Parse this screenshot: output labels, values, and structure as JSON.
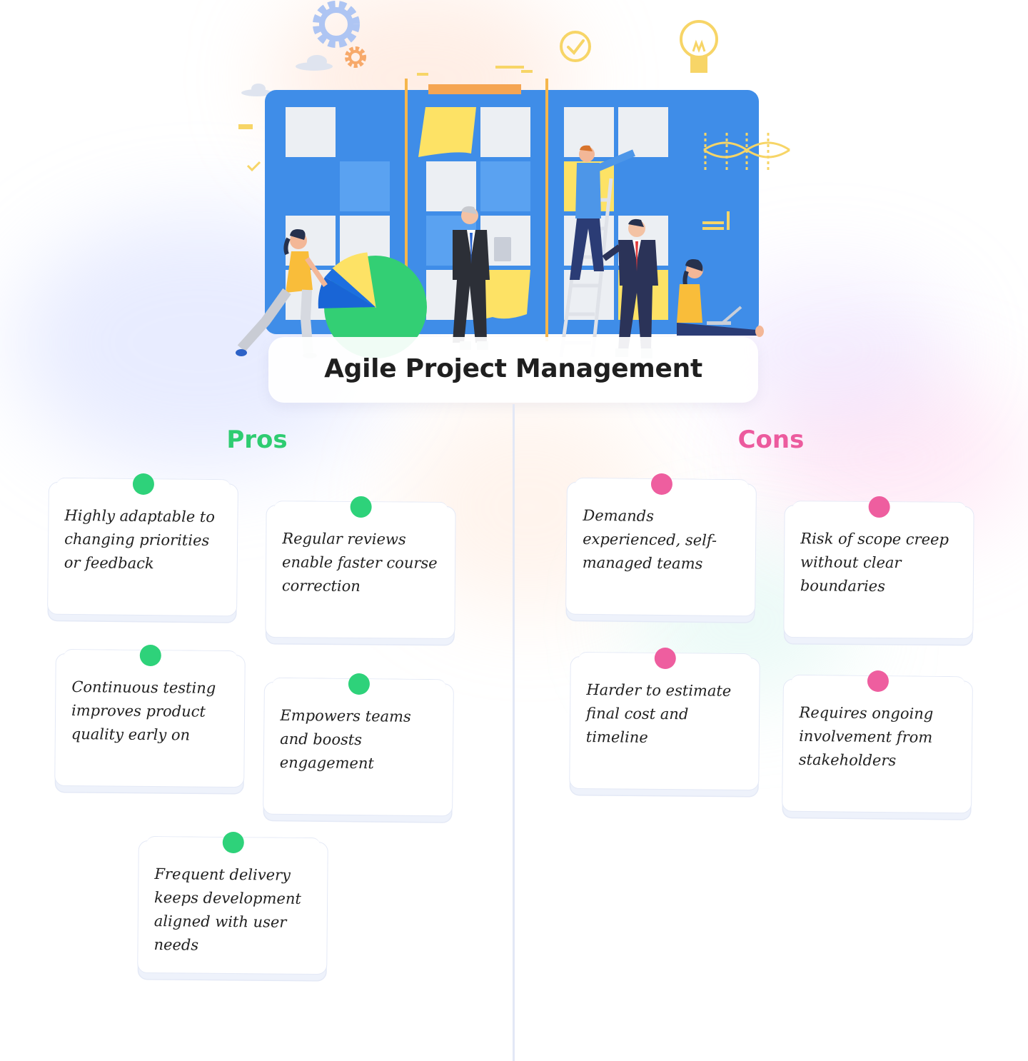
{
  "title": "Agile Project Management",
  "pros": {
    "heading": "Pros",
    "items": [
      "Highly adaptable to changing priorities or feedback",
      "Regular reviews enable faster course correction",
      "Continuous testing improves product quality early on",
      "Empowers teams and boosts engagement",
      "Frequent delivery keeps development aligned with user needs"
    ]
  },
  "cons": {
    "heading": "Cons",
    "items": [
      "Demands experienced, self-managed teams",
      "Risk of scope creep without clear boundaries",
      "Harder to estimate final cost and timeline",
      "Requires ongoing involvement from stakeholders"
    ]
  },
  "colors": {
    "pros_accent": "#2ecc71",
    "cons_accent": "#ec5b9e",
    "board": "#3f8de8",
    "sticky": "#fde265"
  },
  "illustration": {
    "icons": [
      "gear-icon",
      "check-circle-icon",
      "lightbulb-icon",
      "pie-chart-icon"
    ],
    "people": 5
  }
}
